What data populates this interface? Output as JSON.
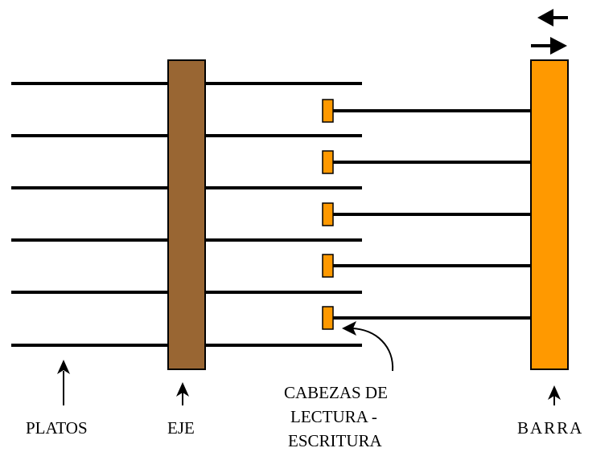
{
  "labels": {
    "platters": "PLATOS",
    "spindle": "EJE",
    "heads_line1": "CABEZAS DE",
    "heads_line2": "LECTURA -",
    "heads_line3": "ESCRITURA",
    "bar": "BARRA"
  },
  "platter_count": 6,
  "head_count": 5,
  "colors": {
    "spindle": "#996633",
    "bar": "#ff9900",
    "head": "#ff9900",
    "lines": "#000000"
  }
}
